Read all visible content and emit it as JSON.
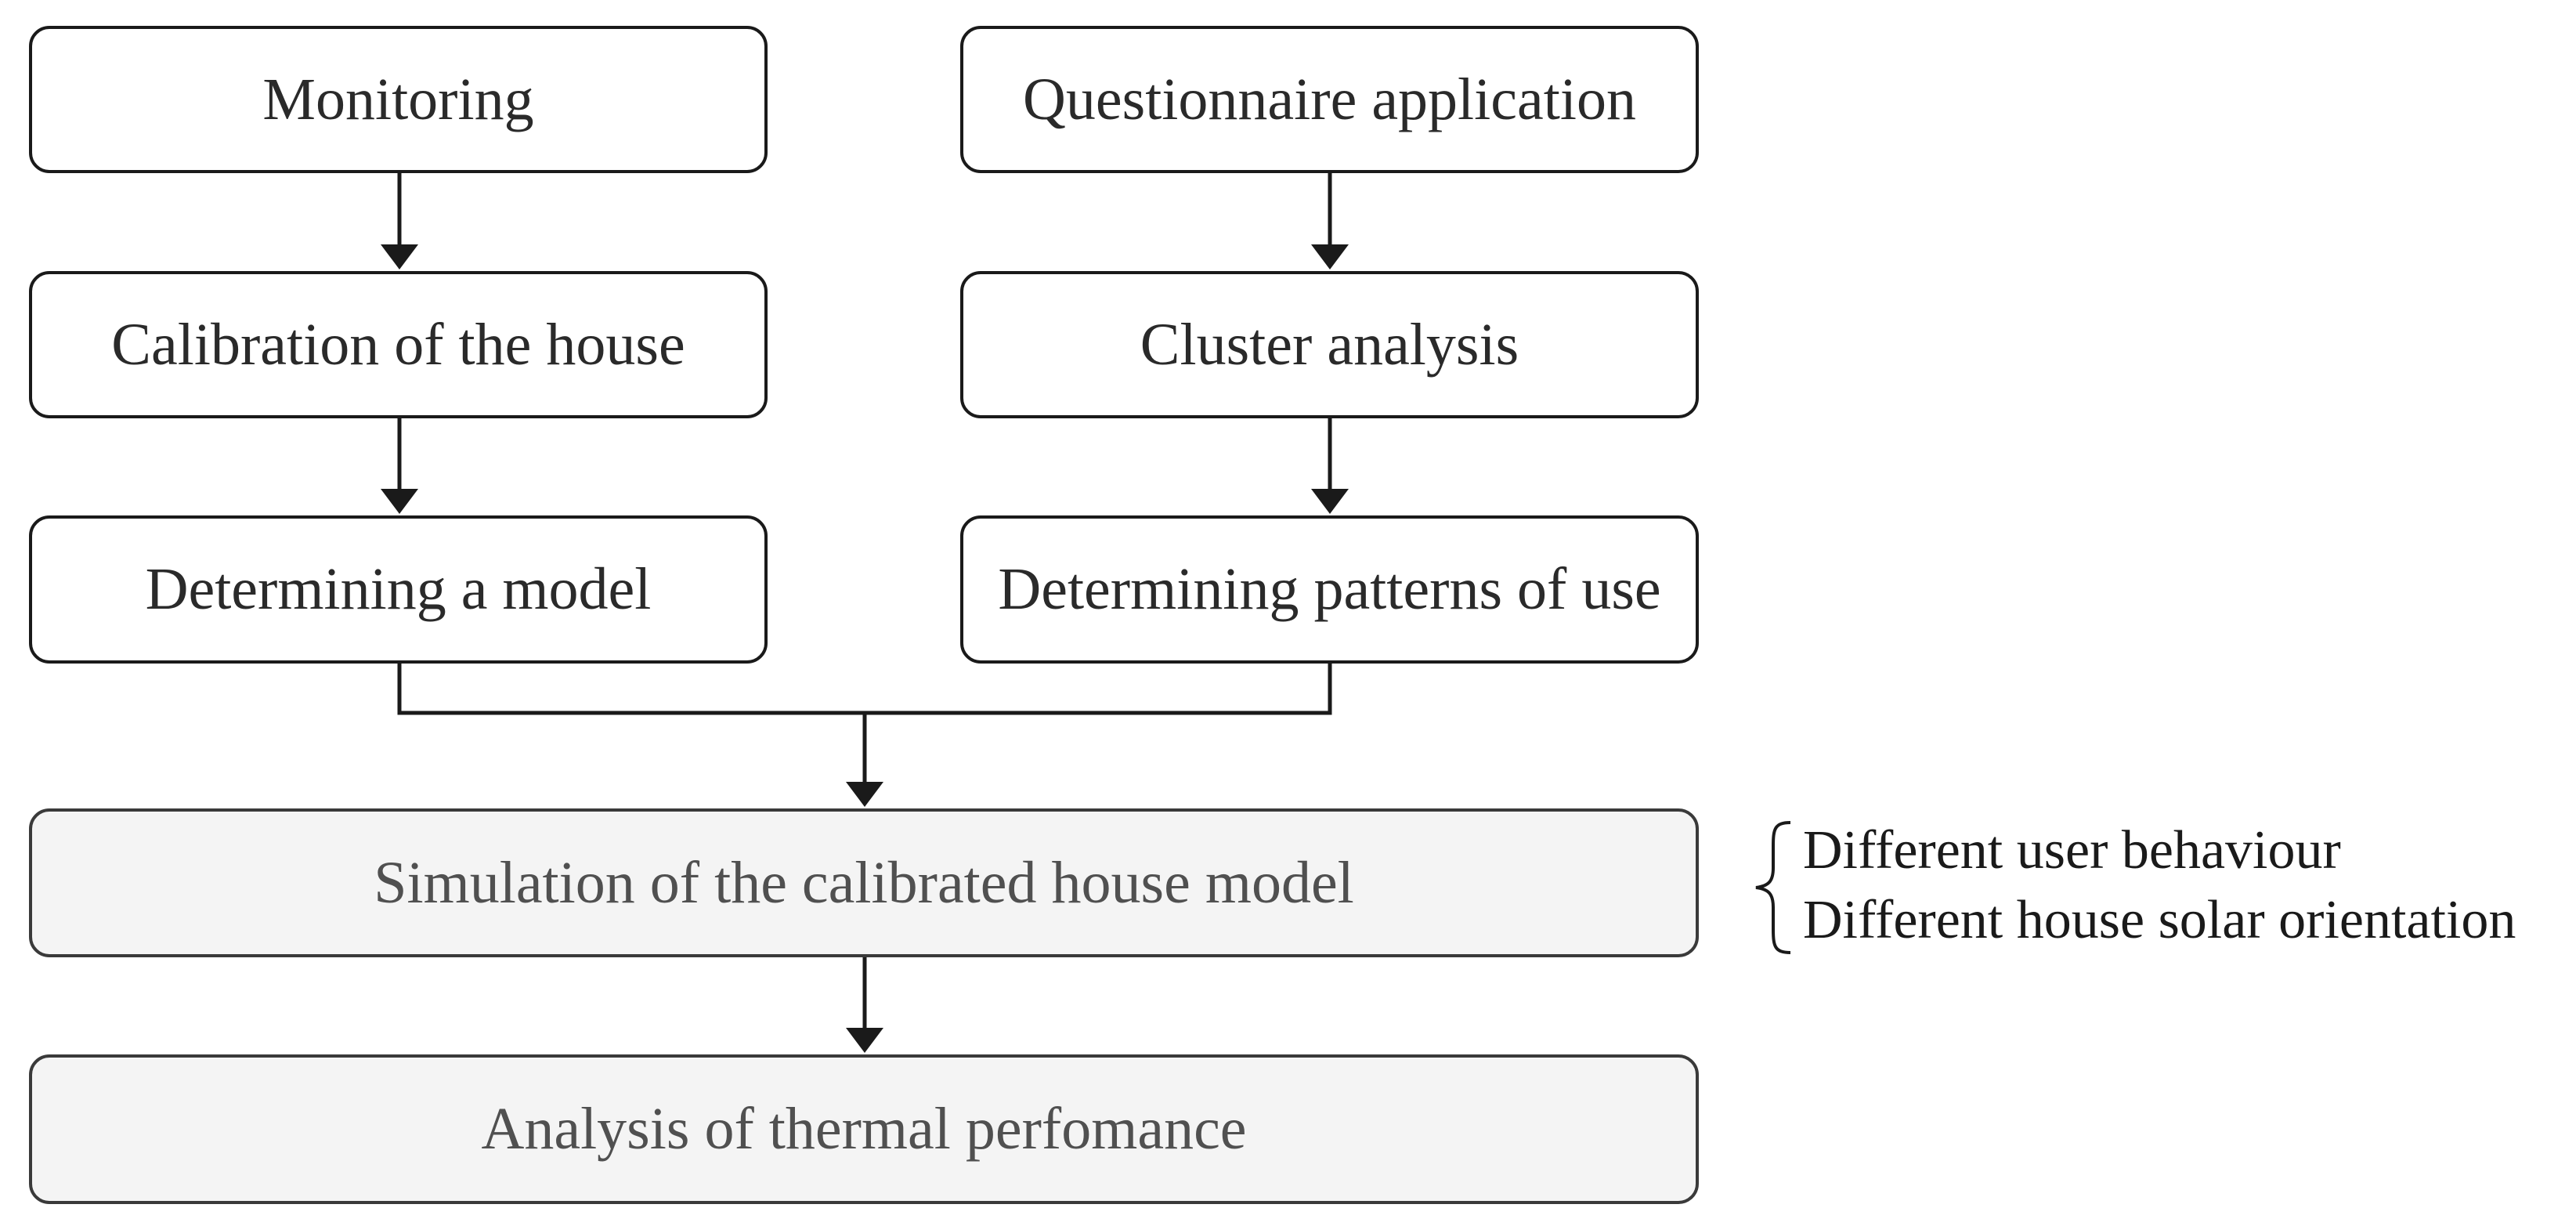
{
  "boxes": {
    "monitoring": "Monitoring",
    "questionnaire": "Questionnaire application",
    "calibration": "Calibration of the house",
    "cluster": "Cluster analysis",
    "determining_model": "Determining a model",
    "determining_patterns": "Determining patterns of use",
    "simulation": "Simulation of the calibrated house model",
    "analysis": "Analysis of thermal perfomance"
  },
  "variations": [
    "Different user behaviour",
    "Different house solar orientation"
  ]
}
